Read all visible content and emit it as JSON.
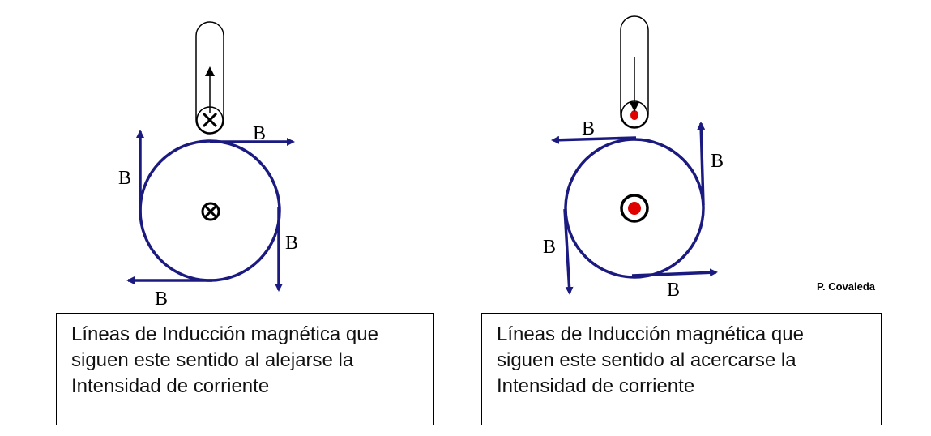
{
  "left": {
    "labels": [
      "B",
      "B",
      "B",
      "B"
    ],
    "caption": "Líneas de Inducción magnética que siguen este sentido al alejarse la Intensidad de corriente"
  },
  "right": {
    "labels": [
      "B",
      "B",
      "B",
      "B"
    ],
    "caption": "Líneas de Inducción magnética que siguen este sentido al acercarse la Intensidad de corriente"
  },
  "credit": "P. Covaleda",
  "colors": {
    "field": "#1a1a80",
    "dot": "#e00000"
  }
}
